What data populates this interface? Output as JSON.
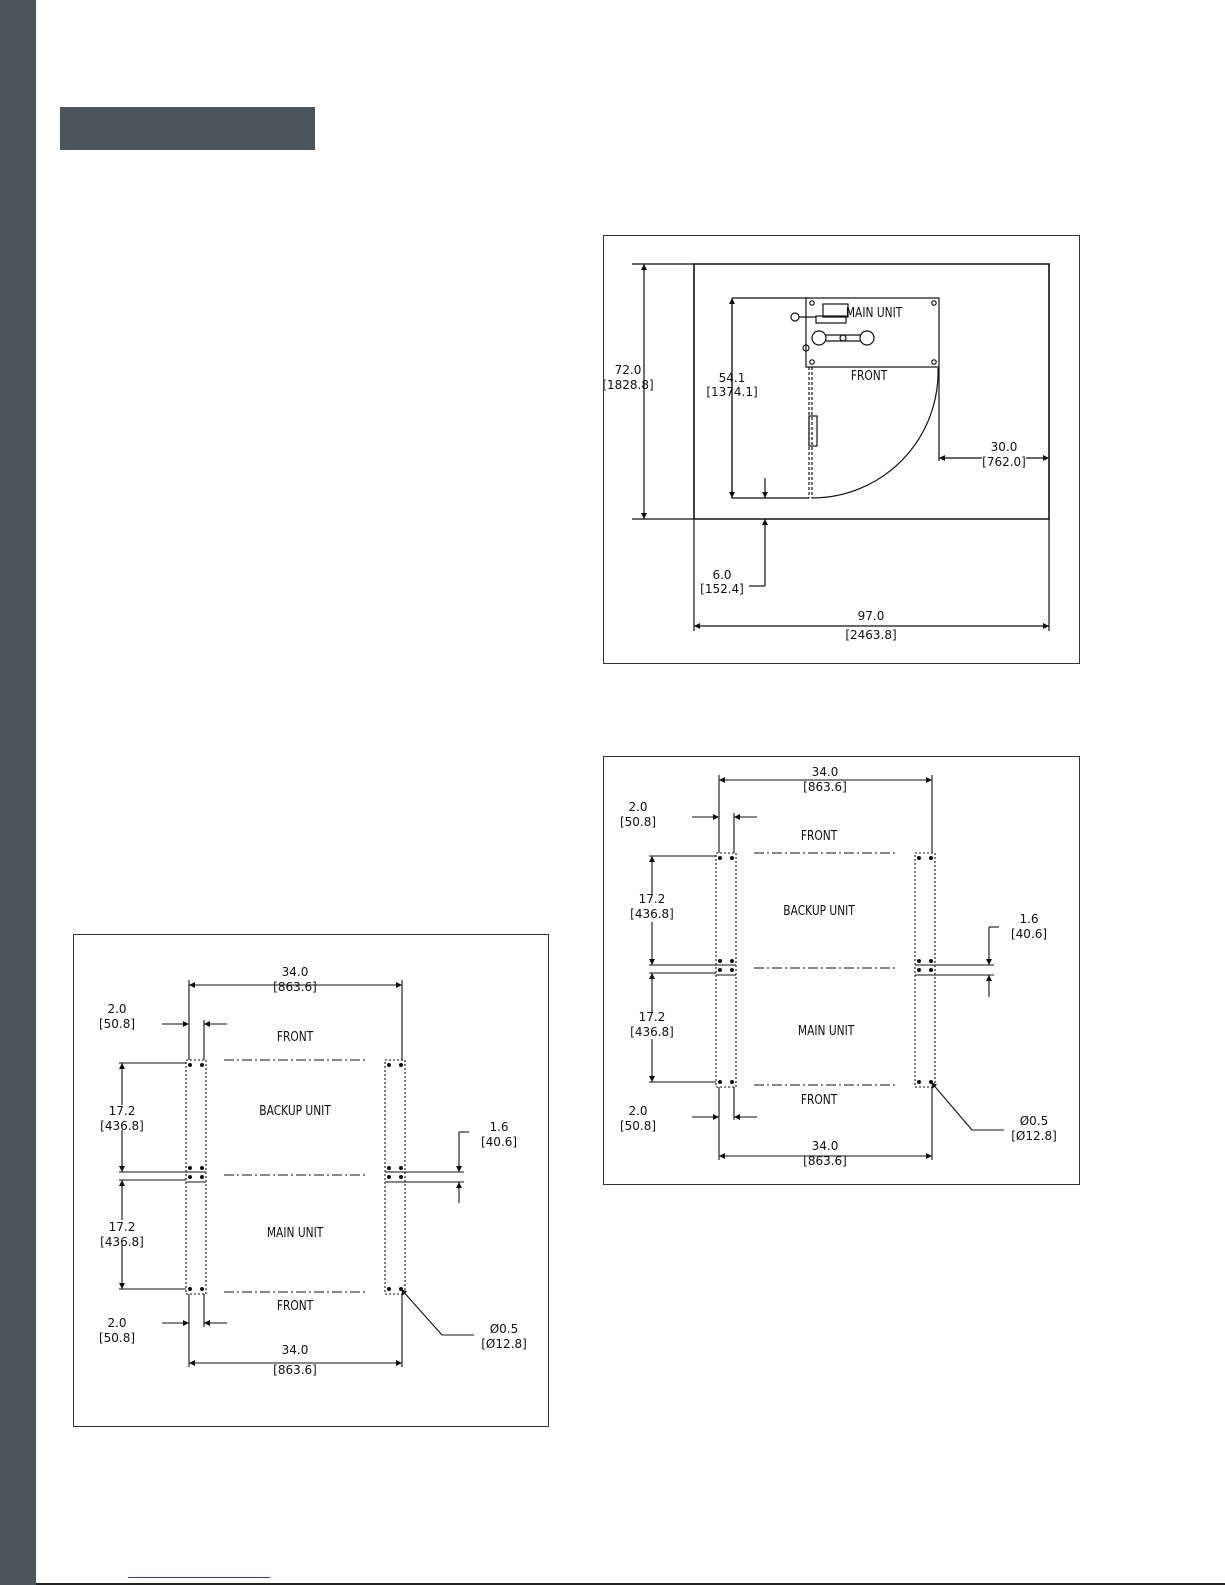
{
  "colors": {
    "sidebar": "#4d555c",
    "header_bar": "#4d555c",
    "link_rule": "#2a3fc6"
  },
  "room_layout": {
    "height_in": "72.0",
    "height_mm": "[1828.8]",
    "main_unit": "MAIN UNIT",
    "front": "FRONT",
    "depth_in": "54.1",
    "depth_mm": "[1374.1]",
    "clearance_in": "30.0",
    "clearance_mm": "[762.0]",
    "wall_gap_in": "6.0",
    "wall_gap_mm": "[152.4]",
    "width_in": "97.0",
    "width_mm": "[2463.8]"
  },
  "footprint_left": {
    "top_width_in": "34.0",
    "top_width_mm": "[863.6]",
    "offset_top_in": "2.0",
    "offset_top_mm": "[50.8]",
    "front_top": "FRONT",
    "backup_unit": "BACKUP UNIT",
    "depth1_in": "17.2",
    "depth1_mm": "[436.8]",
    "gap_in": "1.6",
    "gap_mm": "[40.6]",
    "depth2_in": "17.2",
    "depth2_mm": "[436.8]",
    "main_unit": "MAIN UNIT",
    "front_bottom": "FRONT",
    "offset_bottom_in": "2.0",
    "offset_bottom_mm": "[50.8]",
    "hole_in": "Ø0.5",
    "hole_mm": "[Ø12.8]",
    "bottom_width_in": "34.0",
    "bottom_width_mm": "[863.6]"
  },
  "footprint_right": {
    "top_width_in": "34.0",
    "top_width_mm": "[863.6]",
    "offset_top_in": "2.0",
    "offset_top_mm": "[50.8]",
    "front_top": "FRONT",
    "backup_unit": "BACKUP UNIT",
    "depth1_in": "17.2",
    "depth1_mm": "[436.8]",
    "gap_in": "1.6",
    "gap_mm": "[40.6]",
    "depth2_in": "17.2",
    "depth2_mm": "[436.8]",
    "main_unit": "MAIN UNIT",
    "front_bottom": "FRONT",
    "offset_bottom_in": "2.0",
    "offset_bottom_mm": "[50.8]",
    "hole_in": "Ø0.5",
    "hole_mm": "[Ø12.8]",
    "bottom_width_in": "34.0",
    "bottom_width_mm": "[863.6]"
  }
}
